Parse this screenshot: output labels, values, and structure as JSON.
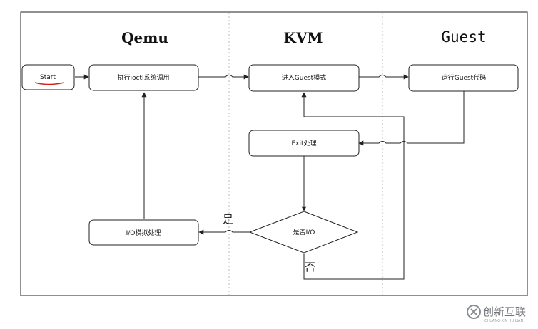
{
  "lanes": {
    "qemu": "Qemu",
    "kvm": "KVM",
    "guest": "Guest"
  },
  "nodes": {
    "start": "Start",
    "ioctl": "执行ioctl系统调用",
    "enter_guest": "进入Guest模式",
    "run_guest": "运行Guest代码",
    "exit_handle": "Exit处理",
    "io_check": "是否I/O",
    "io_emulate": "I/O模拟处理"
  },
  "branches": {
    "yes": "是",
    "no": "否"
  },
  "watermark": {
    "text": "创新互联",
    "sub": "CHUANG XIN HU LIAN"
  },
  "colors": {
    "start_underline": "#d02020",
    "line": "#222222",
    "lane_divider": "#bbbbbb"
  }
}
